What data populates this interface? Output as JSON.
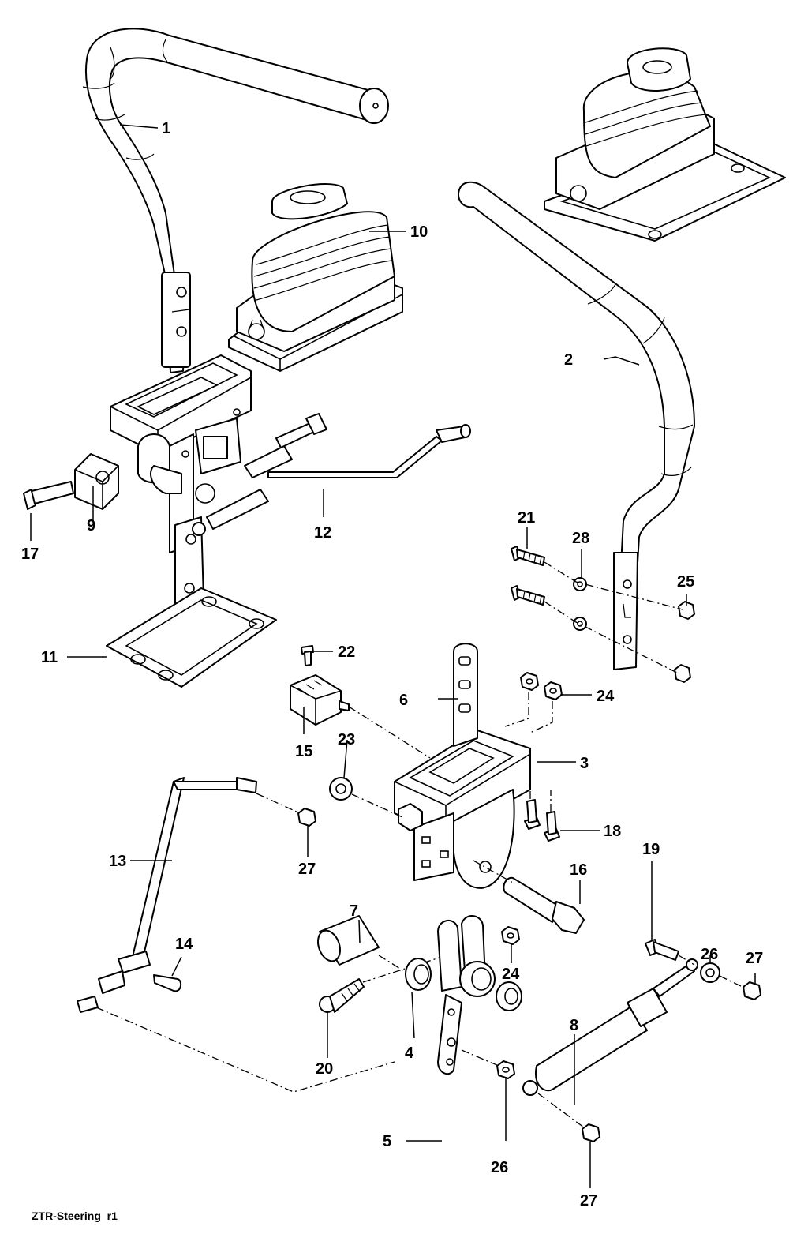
{
  "diagram": {
    "reference_code": "ZTR-Steering_r1",
    "callouts": [
      "1",
      "2",
      "3",
      "4",
      "5",
      "6",
      "7",
      "8",
      "9",
      "10",
      "11",
      "12",
      "13",
      "14",
      "15",
      "16",
      "17",
      "18",
      "19",
      "20",
      "21",
      "22",
      "23",
      "24",
      "24",
      "25",
      "26",
      "26",
      "27",
      "27",
      "27",
      "28"
    ]
  }
}
